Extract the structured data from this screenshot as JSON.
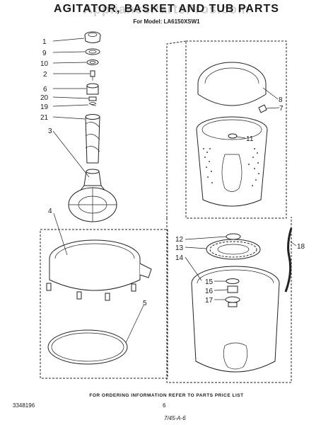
{
  "watermark": "AppliancePartsPros.com",
  "title": "AGITATOR, BASKET AND TUB PARTS",
  "subtitle": "For Model: LA6150XSW1",
  "callouts": [
    "1",
    "9",
    "10",
    "2",
    "6",
    "20",
    "19",
    "21",
    "3",
    "4",
    "5",
    "8",
    "7",
    "11",
    "12",
    "13",
    "14",
    "15",
    "16",
    "17",
    "18"
  ],
  "footer_note": "FOR ORDERING INFORMATION REFER TO PARTS PRICE LIST",
  "doc_number": "3348196",
  "page_number": "6",
  "handwritten_note": "7/45-A-6"
}
